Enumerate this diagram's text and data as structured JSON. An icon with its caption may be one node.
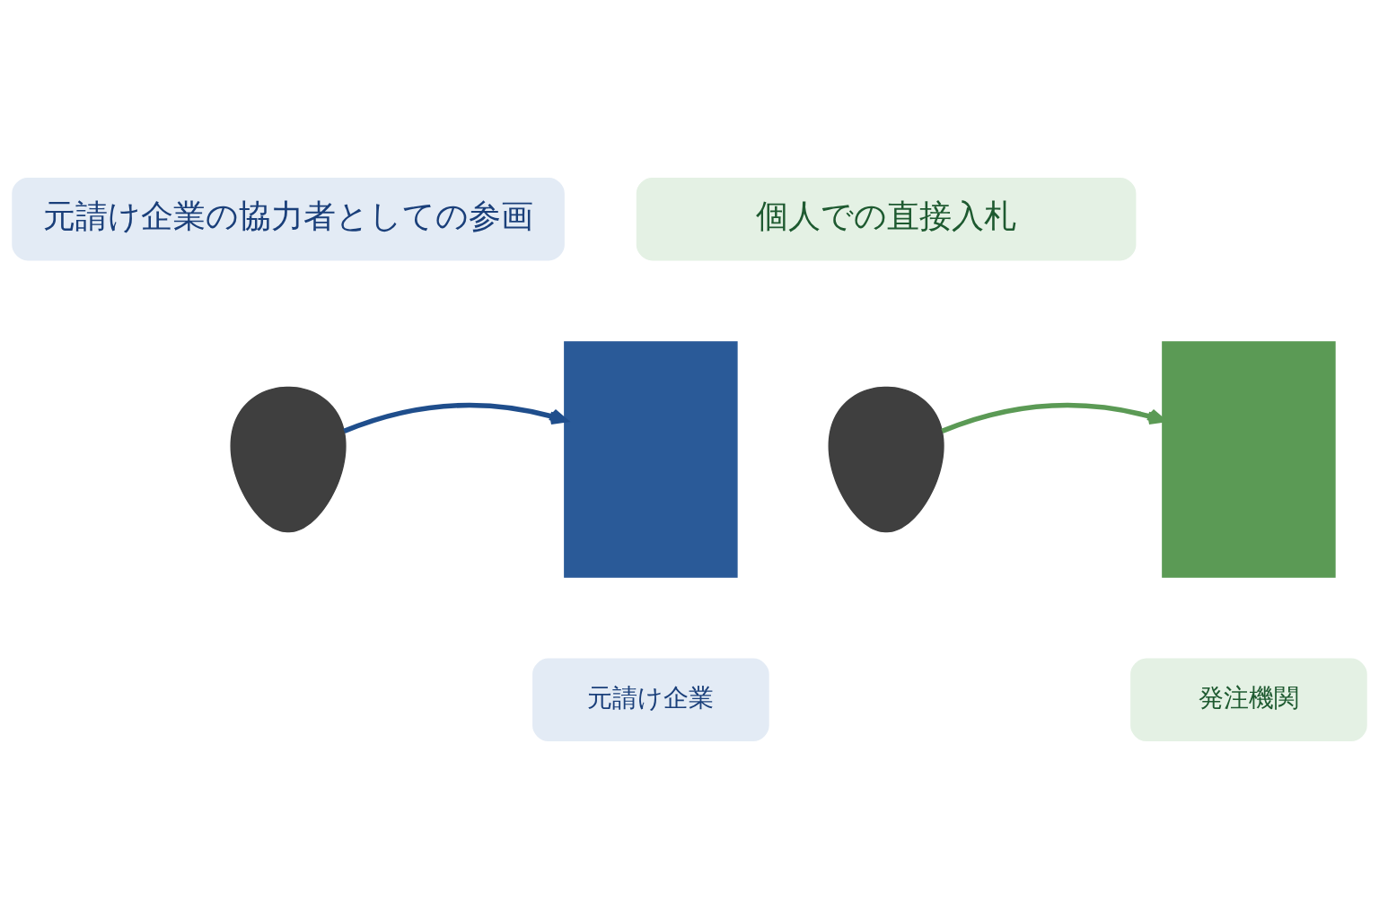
{
  "diagram": {
    "nodes": [
      {
        "text": [
          "元請け企業の協力者としての参画"
        ]
      },
      {
        "text": [],
        "shape": "person"
      },
      {
        "text": [],
        "shape": "building"
      },
      {
        "text": [
          "元請け企業"
        ]
      },
      {
        "text": [
          "個人での直接入札"
        ]
      },
      {
        "text": [],
        "shape": "person"
      },
      {
        "text": [],
        "shape": "building"
      },
      {
        "text": [
          "発注機関"
        ]
      }
    ],
    "edges": [
      {
        "from": 1,
        "to": 2,
        "arrow": "to",
        "color": "#1f4e8c"
      },
      {
        "from": 5,
        "to": 6,
        "arrow": "to",
        "color": "#5b9a55"
      }
    ]
  }
}
